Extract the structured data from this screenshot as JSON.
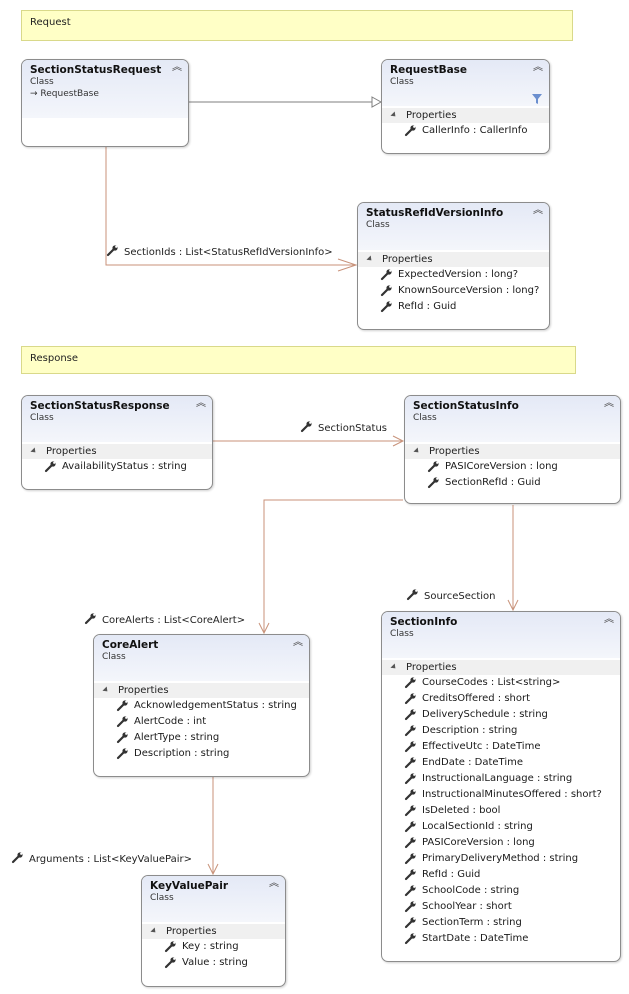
{
  "groups": {
    "request": "Request",
    "response": "Response"
  },
  "classes": {
    "section_status_request": {
      "title": "SectionStatusRequest",
      "kind": "Class",
      "base": "RequestBase"
    },
    "request_base": {
      "title": "RequestBase",
      "kind": "Class",
      "section": "Properties",
      "props": [
        "CallerInfo : CallerInfo"
      ]
    },
    "status_ref": {
      "title": "StatusRefIdVersionInfo",
      "kind": "Class",
      "section": "Properties",
      "props": [
        "ExpectedVersion : long?",
        "KnownSourceVersion : long?",
        "RefId : Guid"
      ]
    },
    "section_status_response": {
      "title": "SectionStatusResponse",
      "kind": "Class",
      "section": "Properties",
      "props": [
        "AvailabilityStatus : string"
      ]
    },
    "section_status_info": {
      "title": "SectionStatusInfo",
      "kind": "Class",
      "section": "Properties",
      "props": [
        "PASICoreVersion : long",
        "SectionRefId : Guid"
      ]
    },
    "core_alert": {
      "title": "CoreAlert",
      "kind": "Class",
      "section": "Properties",
      "props": [
        "AcknowledgementStatus : string",
        "AlertCode : int",
        "AlertType : string",
        "Description : string"
      ]
    },
    "section_info": {
      "title": "SectionInfo",
      "kind": "Class",
      "section": "Properties",
      "props": [
        "CourseCodes : List<string>",
        "CreditsOffered : short",
        "DeliverySchedule : string",
        "Description : string",
        "EffectiveUtc : DateTime",
        "EndDate : DateTime",
        "InstructionalLanguage : string",
        "InstructionalMinutesOffered : short?",
        "IsDeleted : bool",
        "LocalSectionId : string",
        "PASICoreVersion : long",
        "PrimaryDeliveryMethod : string",
        "RefId : Guid",
        "SchoolCode : string",
        "SchoolYear : short",
        "SectionTerm : string",
        "StartDate : DateTime"
      ]
    },
    "key_value_pair": {
      "title": "KeyValuePair",
      "kind": "Class",
      "section": "Properties",
      "props": [
        "Key : string",
        "Value : string"
      ]
    }
  },
  "associations": {
    "section_ids": "SectionIds : List<StatusRefIdVersionInfo>",
    "section_status": "SectionStatus",
    "source_section": "SourceSection",
    "core_alerts": "CoreAlerts : List<CoreAlert>",
    "arguments": "Arguments : List<KeyValuePair>"
  },
  "colors": {
    "association_line": "#c8927a",
    "inheritance_line": "#7f7f7f",
    "group_fill": "#ffffc6"
  }
}
